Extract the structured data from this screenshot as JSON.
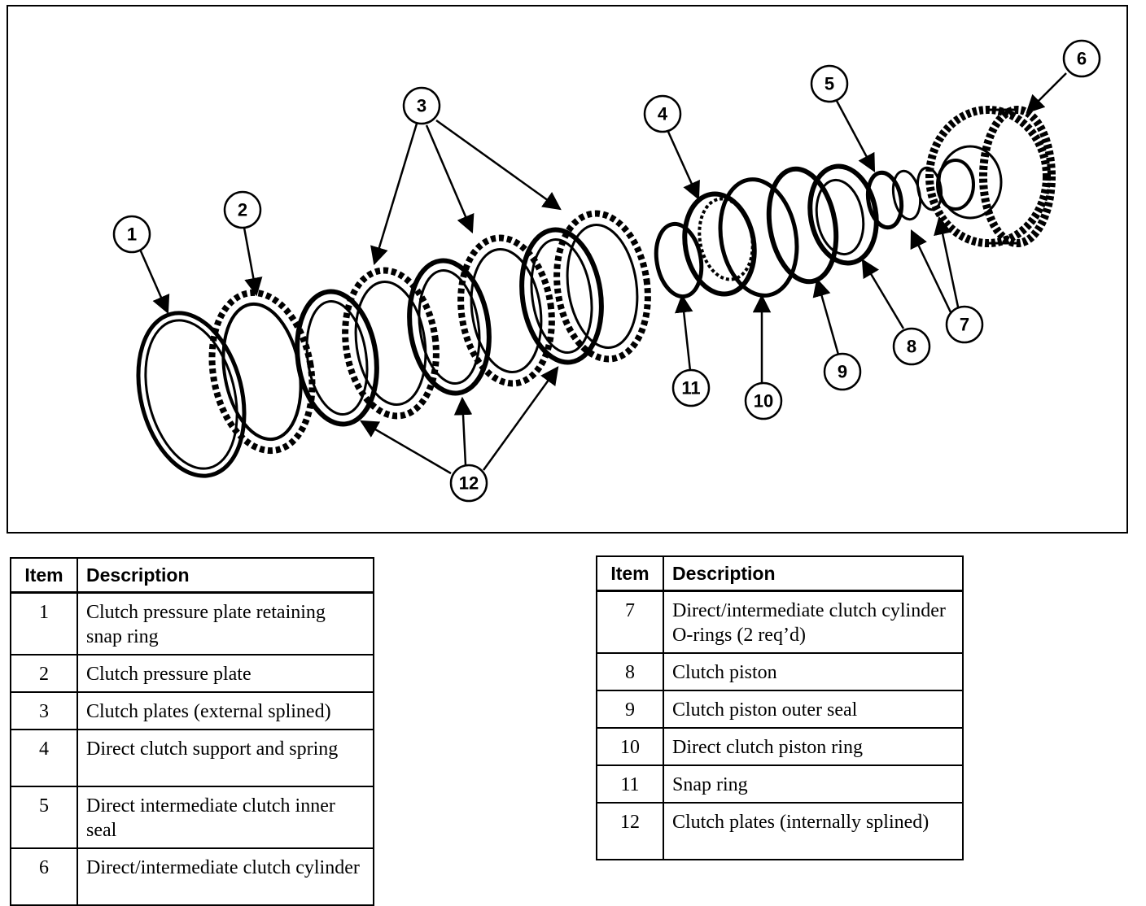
{
  "callouts": [
    "1",
    "2",
    "3",
    "4",
    "5",
    "6",
    "7",
    "8",
    "9",
    "10",
    "11",
    "12"
  ],
  "legend_left": {
    "header_item": "Item",
    "header_description": "Description",
    "rows": [
      {
        "item": "1",
        "description": "Clutch pressure plate retaining snap ring"
      },
      {
        "item": "2",
        "description": "Clutch pressure plate"
      },
      {
        "item": "3",
        "description": "Clutch plates (external splined)"
      },
      {
        "item": "4",
        "description": "Direct clutch support and spring"
      },
      {
        "item": "5",
        "description": "Direct intermediate clutch inner seal"
      },
      {
        "item": "6",
        "description": "Direct/intermediate clutch cylinder"
      }
    ]
  },
  "legend_right": {
    "header_item": "Item",
    "header_description": "Description",
    "rows": [
      {
        "item": "7",
        "description": "Direct/intermediate clutch cylinder O-rings (2 req’d)"
      },
      {
        "item": "8",
        "description": "Clutch piston"
      },
      {
        "item": "9",
        "description": "Clutch piston outer seal"
      },
      {
        "item": "10",
        "description": "Direct clutch piston ring"
      },
      {
        "item": "11",
        "description": "Snap ring"
      },
      {
        "item": "12",
        "description": "Clutch plates (internally splined)"
      }
    ]
  }
}
